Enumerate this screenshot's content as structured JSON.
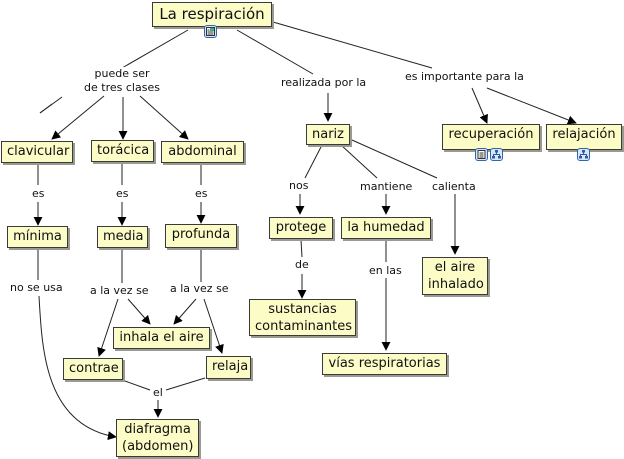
{
  "map": {
    "title": "La respiración",
    "concepts": {
      "respiracion": "La respiración",
      "clavicular": "clavicular",
      "toracica": "torácica",
      "abdominal": "abdominal",
      "minima": "mínima",
      "media": "media",
      "profunda": "profunda",
      "inhala": "inhala el aire",
      "contrae": "contrae",
      "relaja": "relaja",
      "diafragma_1": "diafragma",
      "diafragma_2": "(abdomen)",
      "nariz": "nariz",
      "protege": "protege",
      "humedad": "la humedad",
      "aire_inhalado_1": "el aire",
      "aire_inhalado_2": "inhalado",
      "sustancias_1": "sustancias",
      "sustancias_2": "contaminantes",
      "vias": "vías respiratorias",
      "recuperacion": "recuperación",
      "relajacion": "relajación"
    },
    "linking_phrases": {
      "puede_ser_1": "puede ser",
      "puede_ser_2": "de tres clases",
      "realizada": "realizada por la",
      "importante": "es importante para la",
      "es_1": "es",
      "es_2": "es",
      "es_3": "es",
      "no_se_usa": "no se usa",
      "a_la_vez_1": "a la vez se",
      "a_la_vez_2": "a la vez se",
      "el": "el",
      "nos": "nos",
      "mantiene": "mantiene",
      "calienta": "calienta",
      "de": "de",
      "en_las": "en las"
    },
    "resource_icons": {
      "respiracion": [
        "image-document-icon"
      ],
      "recuperacion": [
        "text-document-icon",
        "concept-map-icon"
      ],
      "relajacion": [
        "concept-map-icon"
      ]
    }
  }
}
